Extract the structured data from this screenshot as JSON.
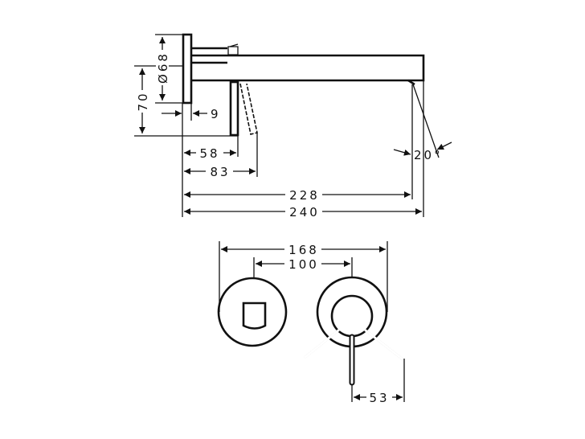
{
  "side_view": {
    "dimensions": {
      "flange_diameter": "Ø68",
      "height": "70",
      "plate_thickness": "9",
      "lever_offset": "58",
      "lever_reach": "83",
      "spout_outlet": "228",
      "spout_length": "240",
      "spout_angle": "20°"
    }
  },
  "front_view": {
    "dimensions": {
      "total_width": "168",
      "center_distance": "100",
      "lever_reach": "53"
    }
  },
  "colors": {
    "line": "#111111",
    "background": "#ffffff"
  }
}
